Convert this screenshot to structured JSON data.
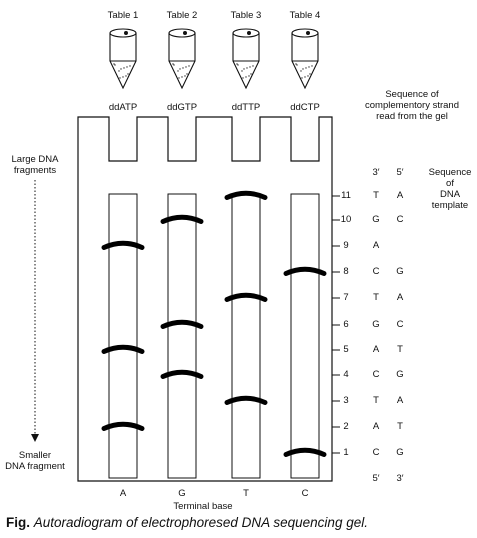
{
  "tubes": [
    {
      "label": "Table 1",
      "reagent": "ddATP",
      "terminal_base": "A"
    },
    {
      "label": "Table 2",
      "reagent": "ddGTP",
      "terminal_base": "G"
    },
    {
      "label": "Table 3",
      "reagent": "ddTTP",
      "terminal_base": "T"
    },
    {
      "label": "Table 4",
      "reagent": "ddCTP",
      "terminal_base": "C"
    }
  ],
  "left_labels": {
    "top": [
      "Large DNA",
      "fragments"
    ],
    "bottom": [
      "Smaller",
      "DNA fragment"
    ]
  },
  "bottom_label": "Terminal base",
  "header_complementary": [
    "Sequence of",
    "complementory strand",
    "read from the gel"
  ],
  "header_template": [
    "Sequence",
    "of",
    "DNA",
    "template"
  ],
  "strand_end_top": [
    "3′",
    "5′"
  ],
  "strand_end_bottom": [
    "5′",
    "3′"
  ],
  "positions": [
    {
      "number": "11",
      "read": "T",
      "template": "A"
    },
    {
      "number": "10",
      "read": "G",
      "template": "C"
    },
    {
      "number": "9",
      "read": "A",
      "template": ""
    },
    {
      "number": "8",
      "read": "C",
      "template": "G"
    },
    {
      "number": "7",
      "read": "T",
      "template": "A"
    },
    {
      "number": "6",
      "read": "G",
      "template": "C"
    },
    {
      "number": "5",
      "read": "A",
      "template": "T"
    },
    {
      "number": "4",
      "read": "C",
      "template": "G"
    },
    {
      "number": "3",
      "read": "T",
      "template": "A"
    },
    {
      "number": "2",
      "read": "A",
      "template": "T"
    },
    {
      "number": "1",
      "read": "C",
      "template": "G"
    }
  ],
  "bands": {
    "A": [
      "9",
      "5",
      "2"
    ],
    "G": [
      "10",
      "6",
      "4"
    ],
    "T": [
      "11",
      "7",
      "3"
    ],
    "C": [
      "8",
      "1"
    ]
  },
  "caption": {
    "prefix": "Fig.",
    "text": "Autoradiogram of electrophoresed DNA sequencing gel."
  }
}
